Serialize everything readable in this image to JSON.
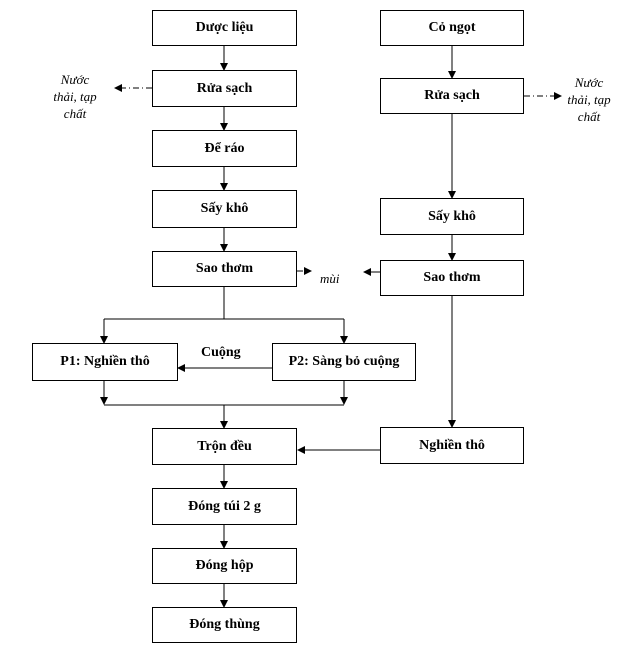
{
  "left_chain": {
    "raw": "Dược liệu",
    "wash": "Rửa sạch",
    "drain": "Để ráo",
    "dry": "Sấy khô",
    "roast": "Sao thơm",
    "p1": "P1: Nghiền thô",
    "p2": "P2: Sàng bỏ cuộng",
    "stalk_label": "Cuộng",
    "mix": "Trộn đều",
    "pack_bag": "Đóng túi 2 g",
    "pack_box": "Đóng hộp",
    "pack_carton": "Đóng thùng"
  },
  "right_chain": {
    "raw": "Cỏ ngọt",
    "wash": "Rửa sạch",
    "dry": "Sấy khô",
    "roast": "Sao thơm",
    "grind": "Nghiền thô"
  },
  "notes": {
    "waste_left": [
      "Nước",
      "thải, tạp",
      "chất"
    ],
    "waste_right": [
      "Nước",
      "thải, tạp",
      "chất"
    ],
    "smell": "mùi"
  }
}
